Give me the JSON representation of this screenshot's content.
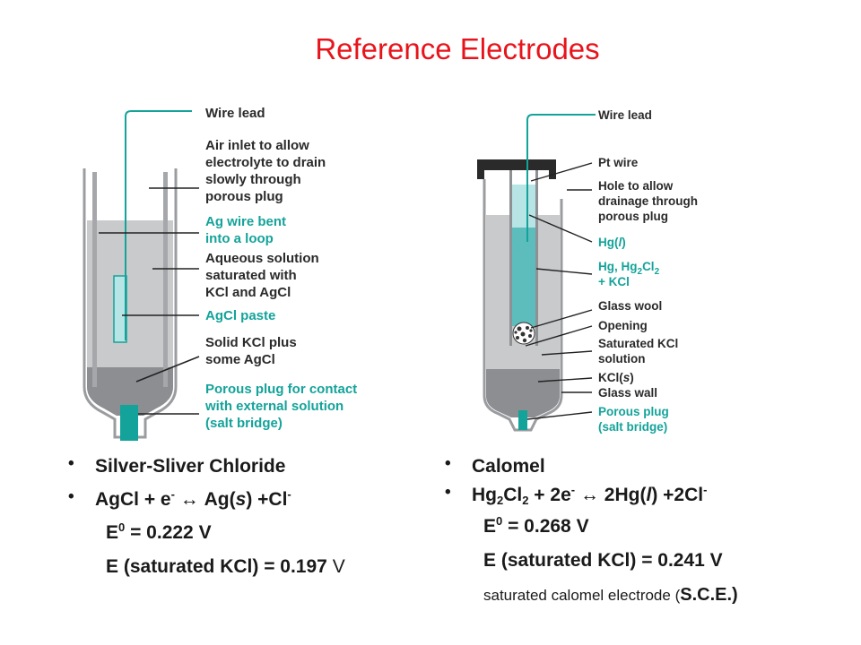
{
  "title": "Reference Electrodes",
  "left_diagram": {
    "labels": {
      "wire_lead": "Wire lead",
      "air_inlet_1": "Air inlet to allow",
      "air_inlet_2": "electrolyte to drain",
      "air_inlet_3": "slowly through",
      "air_inlet_4": "porous plug",
      "ag_wire_1": "Ag wire bent",
      "ag_wire_2": "into a loop",
      "aqueous_1": "Aqueous solution",
      "aqueous_2": "saturated with",
      "aqueous_3": "KCl and AgCl",
      "agcl_paste": "AgCl paste",
      "solid_kcl_1": "Solid KCl plus",
      "solid_kcl_2": "some AgCl",
      "porous_1": "Porous plug for contact",
      "porous_2": "with external solution",
      "porous_3": "(salt bridge)"
    }
  },
  "right_diagram": {
    "labels": {
      "wire_lead": "Wire lead",
      "pt_wire": "Pt wire",
      "hole_1": "Hole to allow",
      "hole_2": "drainage through",
      "hole_3": "porous plug",
      "hg_main": "Hg(",
      "hg_l": "l",
      "hg_close": ")",
      "hg_mix_1": "Hg, Hg",
      "hg_mix_sub": "2",
      "hg_mix_cl": "Cl",
      "hg_mix_sub2": "2",
      "hg_mix_2": "+ KCl",
      "glass_wool": "Glass wool",
      "opening": "Opening",
      "sat_kcl_1": "Saturated KCl",
      "sat_kcl_2": "solution",
      "kcl_s_a": "KCl(",
      "kcl_s_b": "s",
      "kcl_s_c": ")",
      "glass_wall": "Glass wall",
      "porous_1": "Porous plug",
      "porous_2": "(salt bridge)"
    }
  },
  "left_text": {
    "item1": "Silver-Sliver Chloride",
    "item2_a": "AgCl + e",
    "item2_sup": "-",
    "item2_arrow": "↔",
    "item2_b": "Ag(",
    "item2_s": "s",
    "item2_c": ") +Cl",
    "item2_sup2": "-",
    "e0_a": "E",
    "e0_sup": "0",
    "e0_b": " = 0.222 V",
    "esat_a": "E (saturated KCl) = 0.197 ",
    "esat_v": "V"
  },
  "right_text": {
    "item1": "Calomel",
    "item2_a": "Hg",
    "item2_sub": "2",
    "item2_b": "Cl",
    "item2_sub2": "2",
    "item2_c": " + 2e",
    "item2_sup": "-",
    "item2_arrow": "↔",
    "item2_d": "2Hg(",
    "item2_l": "l",
    "item2_e": ") +2Cl",
    "item2_sup2": "-",
    "e0_a": "E",
    "e0_sup": "0",
    "e0_b": " = 0.268 V",
    "esat": "E (saturated KCl) = 0.241 V",
    "sce_a": "saturated calomel electrode (",
    "sce_b": "S.C.E.)"
  },
  "bullet": "•",
  "colors": {
    "title": "#e8141c",
    "teal": "#14a39a",
    "solution": "#c8cacc",
    "solid": "#8c8e91",
    "wall": "#9a9c9f",
    "light_teal": "#b7e4e4",
    "mid_teal": "#5cbdbc"
  }
}
